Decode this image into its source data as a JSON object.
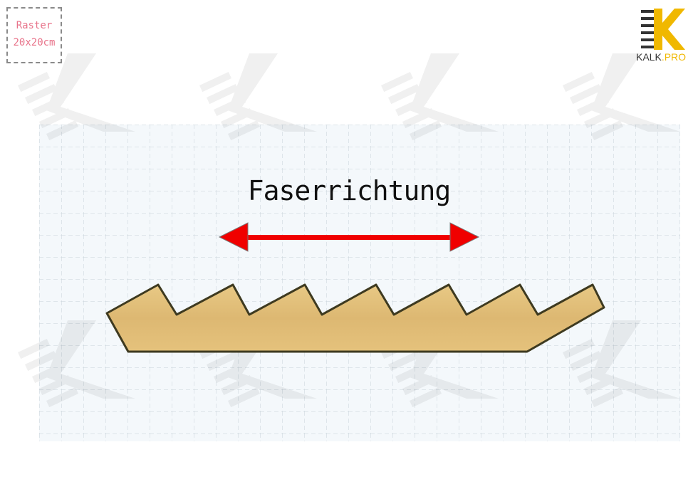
{
  "raster": {
    "line1": "Raster",
    "line2": "20x20cm"
  },
  "logo": {
    "name": "KALK",
    "suffix": ".PRO"
  },
  "diagram": {
    "title": "Faserrichtung"
  },
  "colors": {
    "arrow": "#f00000",
    "wood": "#e2c079",
    "outline": "#3e3a20",
    "logo_accent": "#f0b800",
    "grid_bg": "#f4f8fb"
  }
}
